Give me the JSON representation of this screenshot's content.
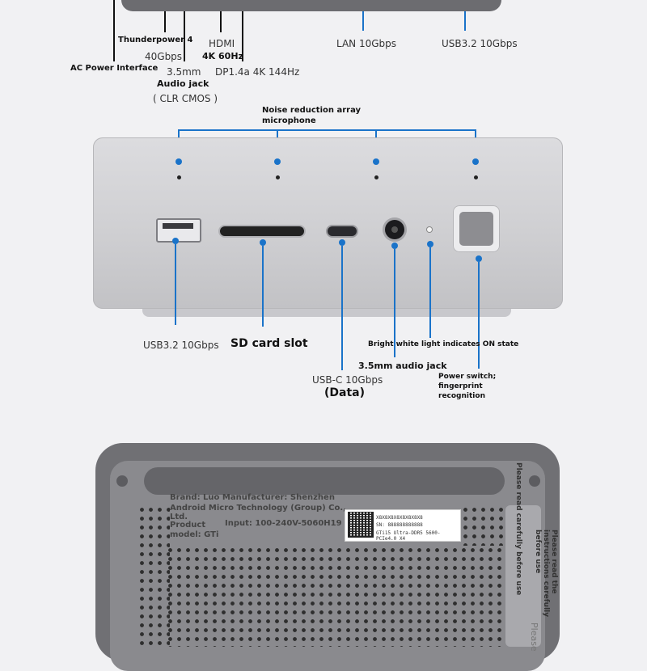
{
  "top": {
    "thunderpower": "Thunderpower 4",
    "thunderpower_speed": "40Gbps",
    "ac_power": "AC Power Interface",
    "audio_size": "3.5mm",
    "audio_jack": "Audio jack",
    "clr_cmos": "( CLR CMOS )",
    "hdmi": "HDMI",
    "hdmi_spec": "4K 60Hz",
    "dp": "DP1.4a 4K 144Hz",
    "lan": "LAN 10Gbps",
    "usb_rear": "USB3.2 10Gbps"
  },
  "front": {
    "mic_title_1": "Noise reduction array",
    "mic_title_2": "microphone",
    "usb": "USB3.2 10Gbps",
    "sd": "SD card slot",
    "usbc": "USB-C 10Gbps",
    "usbc_data": "(Data)",
    "audio": "3.5mm audio jack",
    "light": "Bright white light indicates ON state",
    "power_1": "Power switch;",
    "power_2": "fingerprint",
    "power_3": "recognition"
  },
  "bottom": {
    "brand_1": "Brand: Luo Manufacturer: Shenzhen",
    "brand_2": "Android Micro Technology (Group) Co.,",
    "brand_3": "Ltd.",
    "product": "Product",
    "model": "model: GTi",
    "input": "Input: 100-240V-5060H19",
    "sticker_code": "X8X8X8X8X8X8X8X8",
    "sticker_sn": "SN: 888888888888",
    "sticker_spec": "GTi15 Ultra-DDR5 5600-PCIe4.0 X4",
    "side_1": "Please read carefully before use",
    "side_2": "Please read the instructions carefully before use",
    "side_3": "Please"
  }
}
